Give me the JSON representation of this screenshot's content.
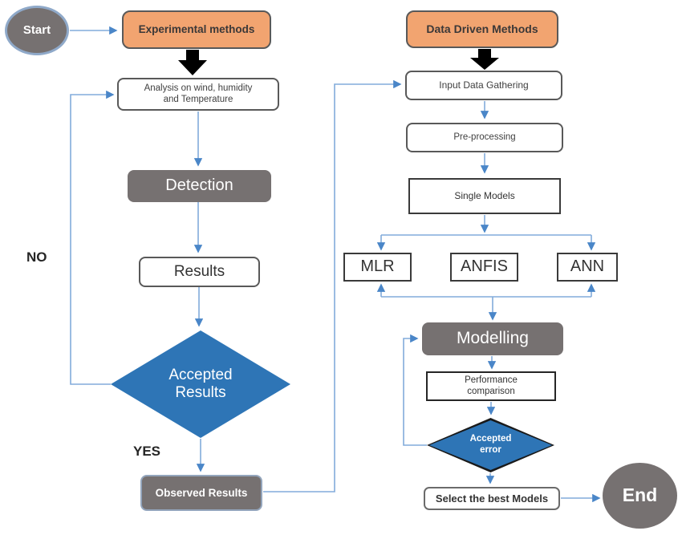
{
  "colors": {
    "header_fill": "#F2A470",
    "header_border": "#595959",
    "gray_fill": "#767171",
    "decision_fill": "#2E75B6",
    "connector_line": "#82ABDB",
    "connector_arrow": "#4A86C8",
    "block_arrow": "#000000",
    "start_border": "#8FA9C9"
  },
  "left_flow": {
    "start": "Start",
    "experimental_methods": "Experimental methods",
    "analysis": {
      "line1": "Analysis on wind, humidity",
      "line2": "and Temperature"
    },
    "detection": "Detection",
    "results": "Results",
    "accepted_results": {
      "line1": "Accepted",
      "line2": "Results"
    },
    "observed_results": "Observed Results",
    "no_label": "NO",
    "yes_label": "YES"
  },
  "right_flow": {
    "data_driven_methods": "Data Driven Methods",
    "input_data_gathering": "Input Data Gathering",
    "pre_processing": "Pre-processing",
    "single_models": "Single Models",
    "models": [
      "MLR",
      "ANFIS",
      "ANN"
    ],
    "modelling": "Modelling",
    "performance_comparison": {
      "line1": "Performance",
      "line2": "comparison"
    },
    "accepted_error": {
      "line1": "Accepted",
      "line2": "error"
    },
    "select_best_models": "Select the best Models",
    "end": "End"
  }
}
